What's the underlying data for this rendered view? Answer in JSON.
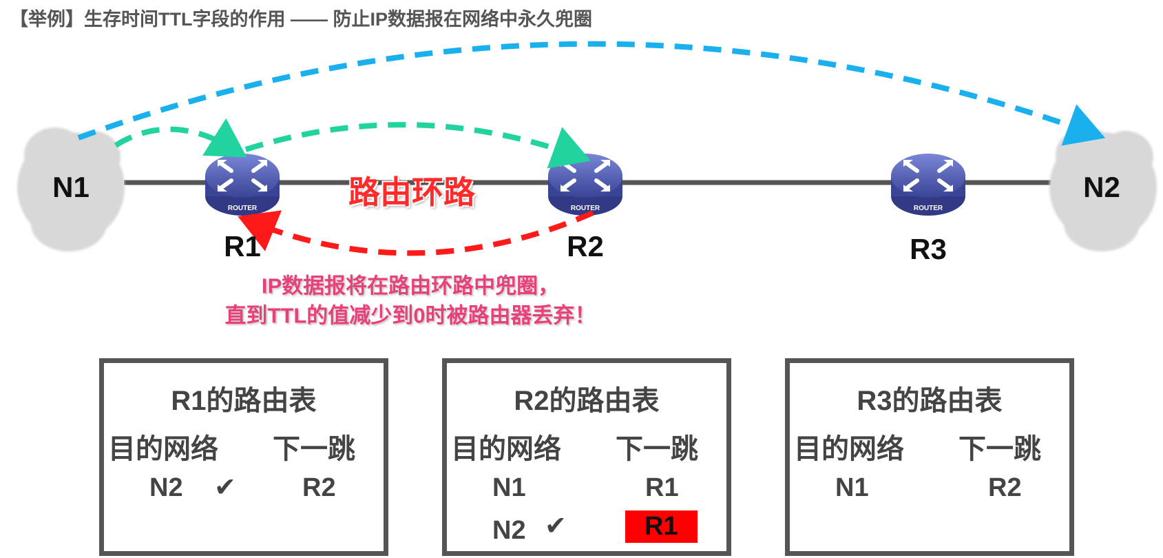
{
  "title": "【举例】生存时间TTL字段的作用 —— 防止IP数据报在网络中永久兜圈",
  "networks": [
    {
      "label": "N1"
    },
    {
      "label": "N2"
    }
  ],
  "routers": [
    {
      "label": "R1",
      "icon_text": "ROUTER"
    },
    {
      "label": "R2",
      "icon_text": "ROUTER"
    },
    {
      "label": "R3",
      "icon_text": "ROUTER"
    }
  ],
  "loop_label": "路由环路",
  "note": [
    "IP数据报将在路由环路中兜圈，",
    "直到TTL的值减少到0时被路由器丢弃！"
  ],
  "colors": {
    "blue_path": "#1ab0ee",
    "green_path": "#22d3a0",
    "red_path": "#ff1a1a",
    "highlight": "#ff0000"
  },
  "tables": [
    {
      "title": "R1的路由表",
      "headers": [
        "目的网络",
        "下一跳"
      ],
      "rows": [
        {
          "dest": "N2",
          "next": "R2",
          "checked": true,
          "highlight": false
        }
      ]
    },
    {
      "title": "R2的路由表",
      "headers": [
        "目的网络",
        "下一跳"
      ],
      "rows": [
        {
          "dest": "N1",
          "next": "R1",
          "checked": false,
          "highlight": false
        },
        {
          "dest": "N2",
          "next": "R1",
          "checked": true,
          "highlight": true
        }
      ]
    },
    {
      "title": "R3的路由表",
      "headers": [
        "目的网络",
        "下一跳"
      ],
      "rows": [
        {
          "dest": "N1",
          "next": "R2",
          "checked": false,
          "highlight": false
        }
      ]
    }
  ]
}
